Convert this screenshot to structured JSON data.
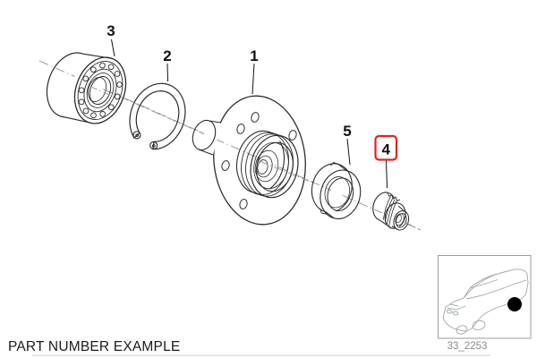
{
  "diagram": {
    "caption": "PART NUMBER EXAMPLE",
    "highlight_color": "#e2231a",
    "thumbnail_code": "33_2253",
    "callouts": [
      {
        "num": "1",
        "highlighted": false
      },
      {
        "num": "2",
        "highlighted": false
      },
      {
        "num": "3",
        "highlighted": false
      },
      {
        "num": "4",
        "highlighted": true
      },
      {
        "num": "5",
        "highlighted": false
      }
    ]
  }
}
